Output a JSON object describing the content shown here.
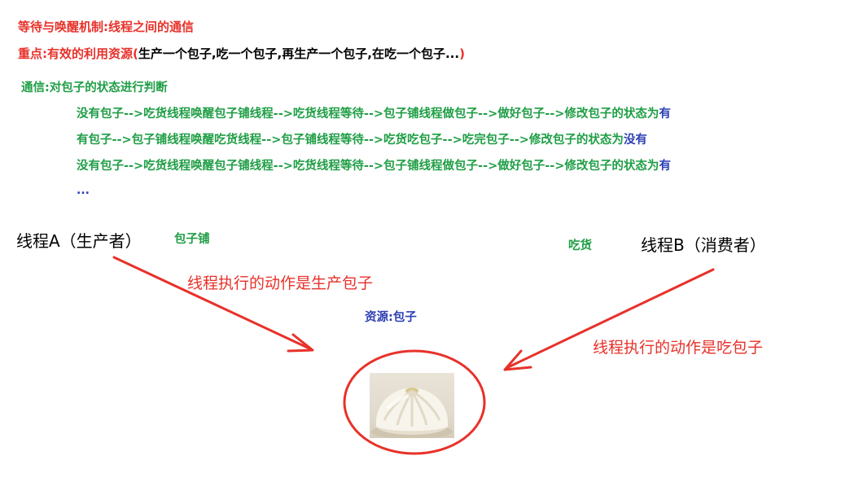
{
  "title": "等待与唤醒机制:线程之间的通信",
  "key_point": {
    "prefix": "重点:有效的利用资源(",
    "detail": "生产一个包子,吃一个包子,再生产一个包子,在吃一个包子...",
    "suffix": ")"
  },
  "communication": {
    "heading": "通信:对包子的状态进行判断",
    "flows": [
      {
        "text": "没有包子-->吃货线程唤醒包子铺线程-->吃货线程等待-->包子铺线程做包子-->做好包子-->修改包子的状态为",
        "state": "有"
      },
      {
        "text": "有包子-->包子铺线程唤醒吃货线程-->包子铺线程等待-->吃货吃包子-->吃完包子-->修改包子的状态为",
        "state": "没有"
      },
      {
        "text": "没有包子-->吃货线程唤醒包子铺线程-->吃货线程等待-->包子铺线程做包子-->做好包子-->修改包子的状态为",
        "state": "有"
      }
    ],
    "ellipsis": "..."
  },
  "producer": {
    "thread_label": "线程A（生产者）",
    "role": "包子铺",
    "action": "线程执行的动作是生产包子"
  },
  "consumer": {
    "thread_label": "线程B（消费者）",
    "role": "吃货",
    "action": "线程执行的动作是吃包子"
  },
  "resource": {
    "label": "资源:包子",
    "image": "steamed-bun-photo"
  },
  "colors": {
    "red": "#e8312a",
    "green": "#1f9e45",
    "blue": "#2d3fb3",
    "black": "#000000"
  }
}
